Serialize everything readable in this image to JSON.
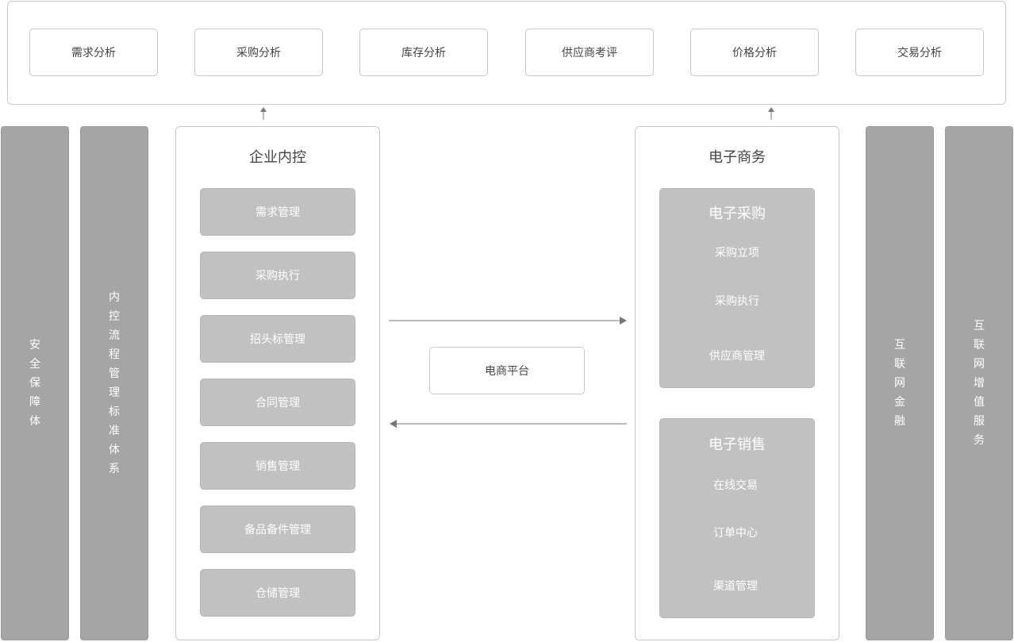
{
  "analysis": {
    "items": [
      "需求分析",
      "采购分析",
      "库存分析",
      "供应商考评",
      "价格分析",
      "交易分析"
    ]
  },
  "pillars": {
    "security": "安全保障体",
    "internal_standard": "内控流程管理标准体系",
    "internet_finance": "互联网金融",
    "internet_value_added": "互联网增值服务"
  },
  "internal_control": {
    "title": "企业内控",
    "modules": [
      "需求管理",
      "采购执行",
      "招头标管理",
      "合同管理",
      "销售管理",
      "备品备件管理",
      "仓储管理"
    ]
  },
  "platform": {
    "label": "电商平台"
  },
  "ecommerce": {
    "title": "电子商务",
    "procurement": {
      "title": "电子采购",
      "items": [
        "采购立项",
        "采购执行",
        "供应商管理"
      ]
    },
    "sales": {
      "title": "电子销售",
      "items": [
        "在线交易",
        "订单中心",
        "渠道管理"
      ]
    }
  },
  "colors": {
    "pillar": "#a5a5a5",
    "module": "#c1c1c1",
    "border": "#c8c8c8",
    "arrow": "#777777"
  }
}
